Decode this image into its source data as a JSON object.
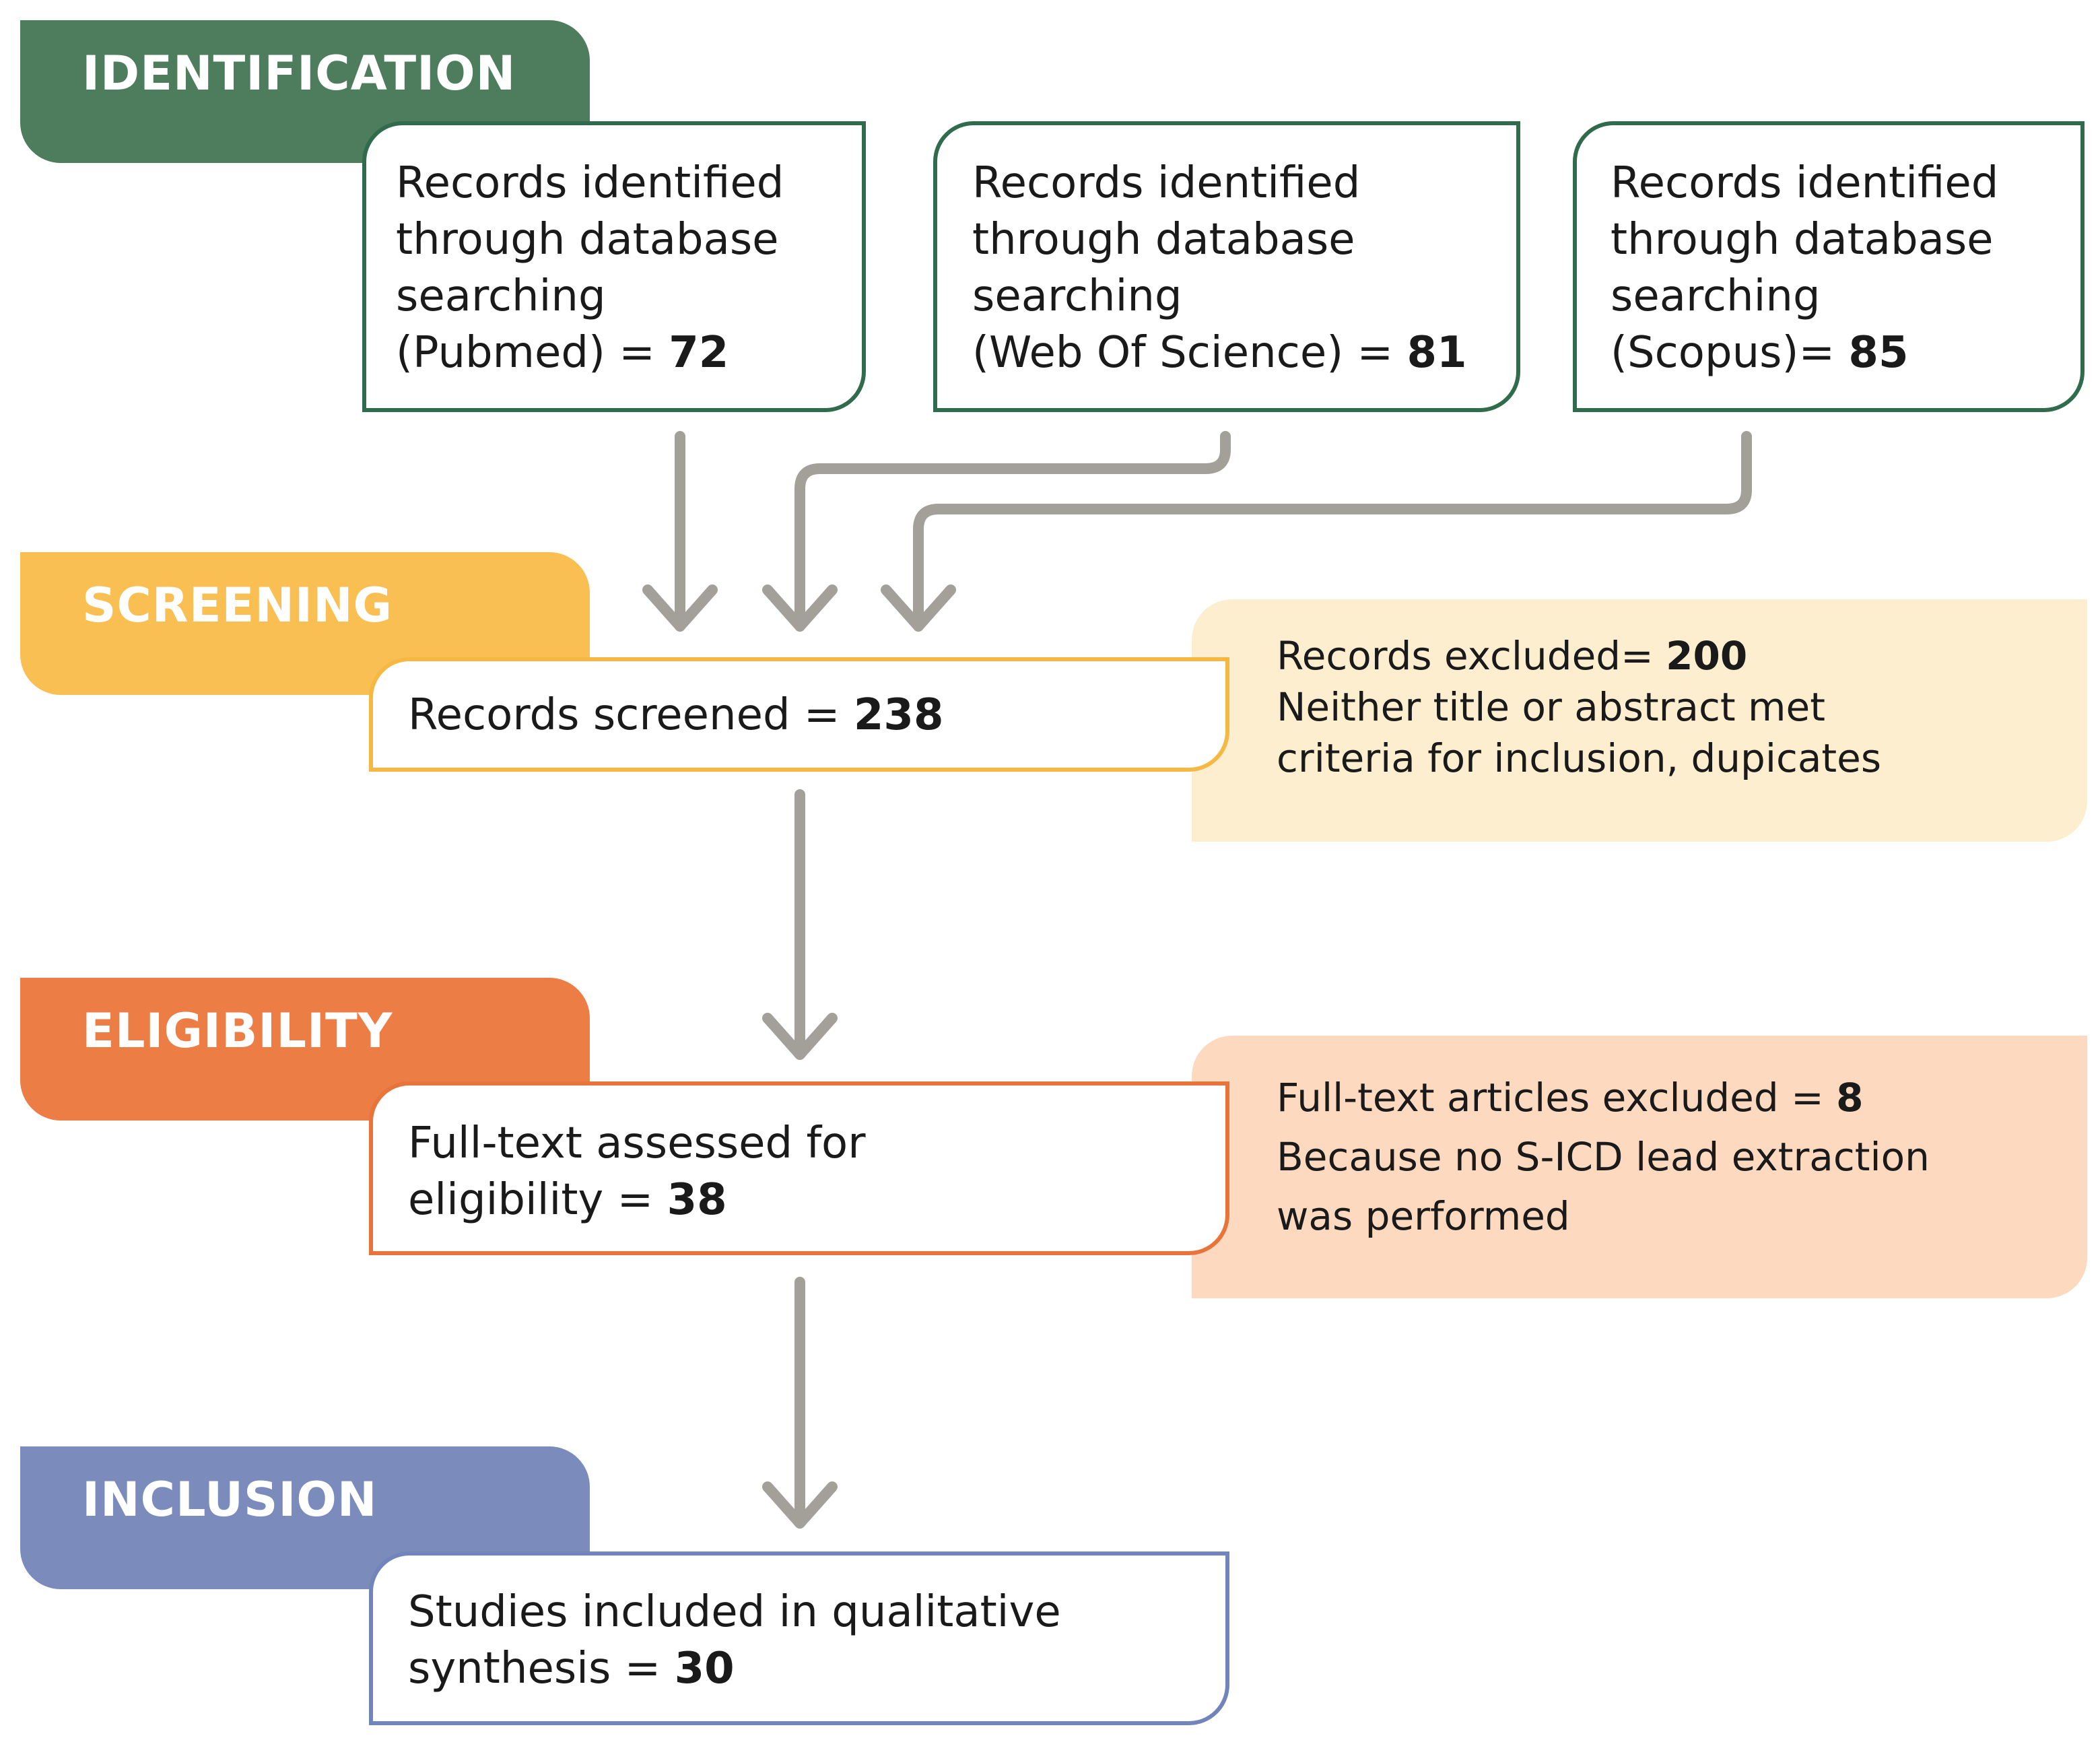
{
  "stages": {
    "identification": "IDENTIFICATION",
    "screening": "SCREENING",
    "eligibility": "ELIGIBILITY",
    "inclusion": "INCLUSION"
  },
  "identification": {
    "pubmed": {
      "line1": "Records identified",
      "line2": "through database",
      "line3": "searching",
      "source": "(Pubmed) = ",
      "count": "72"
    },
    "wos": {
      "line1": "Records identified",
      "line2": "through database",
      "line3": "searching",
      "source": "(Web Of Science) = ",
      "count": "81"
    },
    "scopus": {
      "line1": "Records identified",
      "line2": "through database",
      "line3": "searching",
      "source": "(Scopus)= ",
      "count": "85"
    }
  },
  "screening": {
    "label": "Records screened = ",
    "count": "238",
    "excluded": {
      "label": "Records excluded= ",
      "count": "200",
      "line2": "Neither title or abstract met",
      "line3": "criteria for inclusion, dupicates"
    }
  },
  "eligibility": {
    "line1": "Full-text assessed for",
    "line2": "eligibility = ",
    "count": "38",
    "excluded": {
      "label": "Full-text articles excluded = ",
      "count": "8",
      "line2": "Because no S-ICD lead extraction",
      "line3": "was performed"
    }
  },
  "inclusion": {
    "line1": "Studies included in qualitative",
    "line2": "synthesis = ",
    "count": "30"
  },
  "colors": {
    "identification": "#4d7d5c",
    "screening": "#f9bf52",
    "eligibility": "#ec7d45",
    "inclusion": "#7a8bbc",
    "arrow": "#a39f99",
    "screening_panel": "#fdeecf",
    "eligibility_panel": "#fcd9bf"
  }
}
